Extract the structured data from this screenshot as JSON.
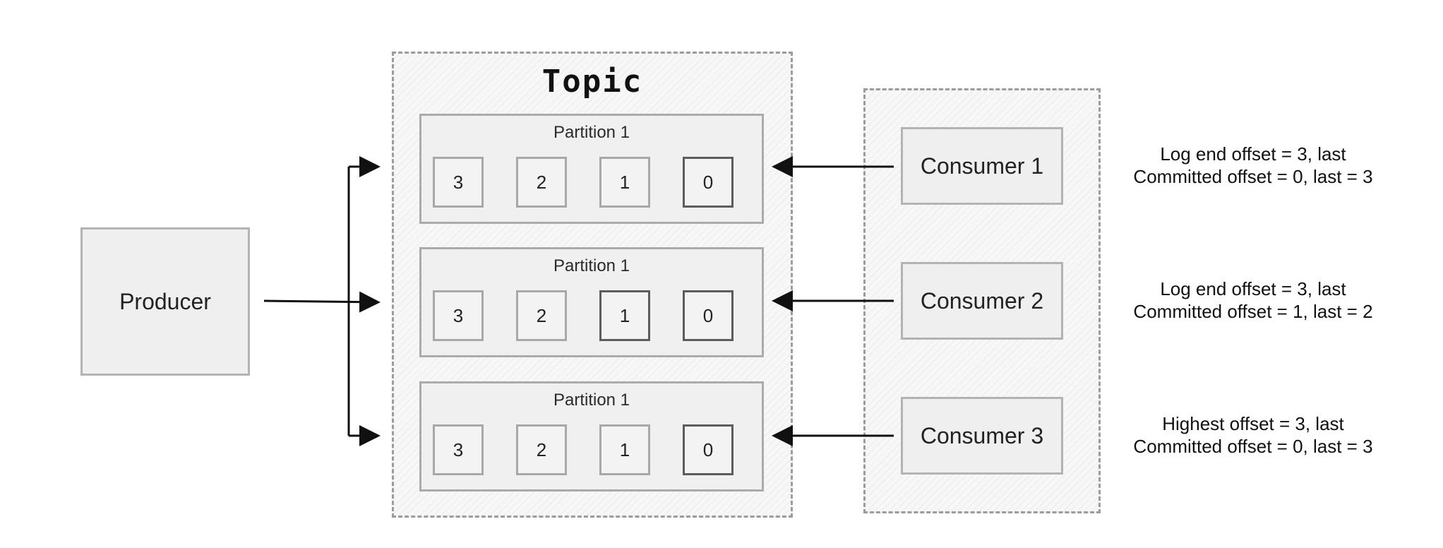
{
  "producer": {
    "label": "Producer"
  },
  "topic": {
    "title": "Topic",
    "partitions": [
      {
        "label": "Partition 1",
        "cells": [
          "3",
          "2",
          "1",
          "0"
        ]
      },
      {
        "label": "Partition 1",
        "cells": [
          "3",
          "2",
          "1",
          "0"
        ]
      },
      {
        "label": "Partition 1",
        "cells": [
          "3",
          "2",
          "1",
          "0"
        ]
      }
    ]
  },
  "consumers": [
    {
      "label": "Consumer 1",
      "note_line1": "Log end offset = 3, last",
      "note_line2": "Committed offset = 0, last = 3"
    },
    {
      "label": "Consumer 2",
      "note_line1": "Log end offset = 3, last",
      "note_line2": "Committed offset = 1, last = 2"
    },
    {
      "label": "Consumer 3",
      "note_line1": "Highest offset = 3, last",
      "note_line2": "Committed offset = 0, last = 3"
    }
  ]
}
